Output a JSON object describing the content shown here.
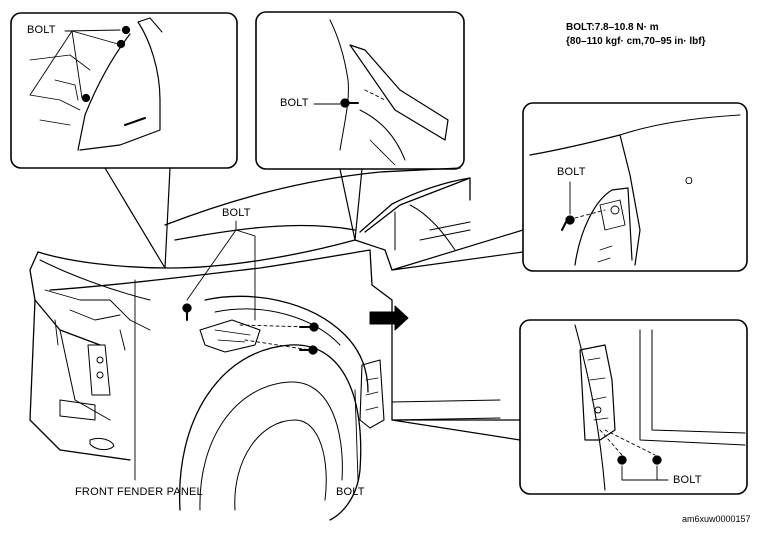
{
  "spec": {
    "line1": "BOLT:7.8–10.8  N· m",
    "line2": "{80–110  kgf· cm,70–95  in· lbf}"
  },
  "labels": {
    "bolt_top_left": "BOLT",
    "bolt_top_mid": "BOLT",
    "bolt_right_mid": "BOLT",
    "bolt_center": "BOLT",
    "bolt_bottom": "BOLT",
    "bolt_bottom_right": "BOLT",
    "front_fender_panel": "FRONT FENDER PANEL",
    "detail_mark_o": "O"
  },
  "figure_code": "am6xuw0000157"
}
